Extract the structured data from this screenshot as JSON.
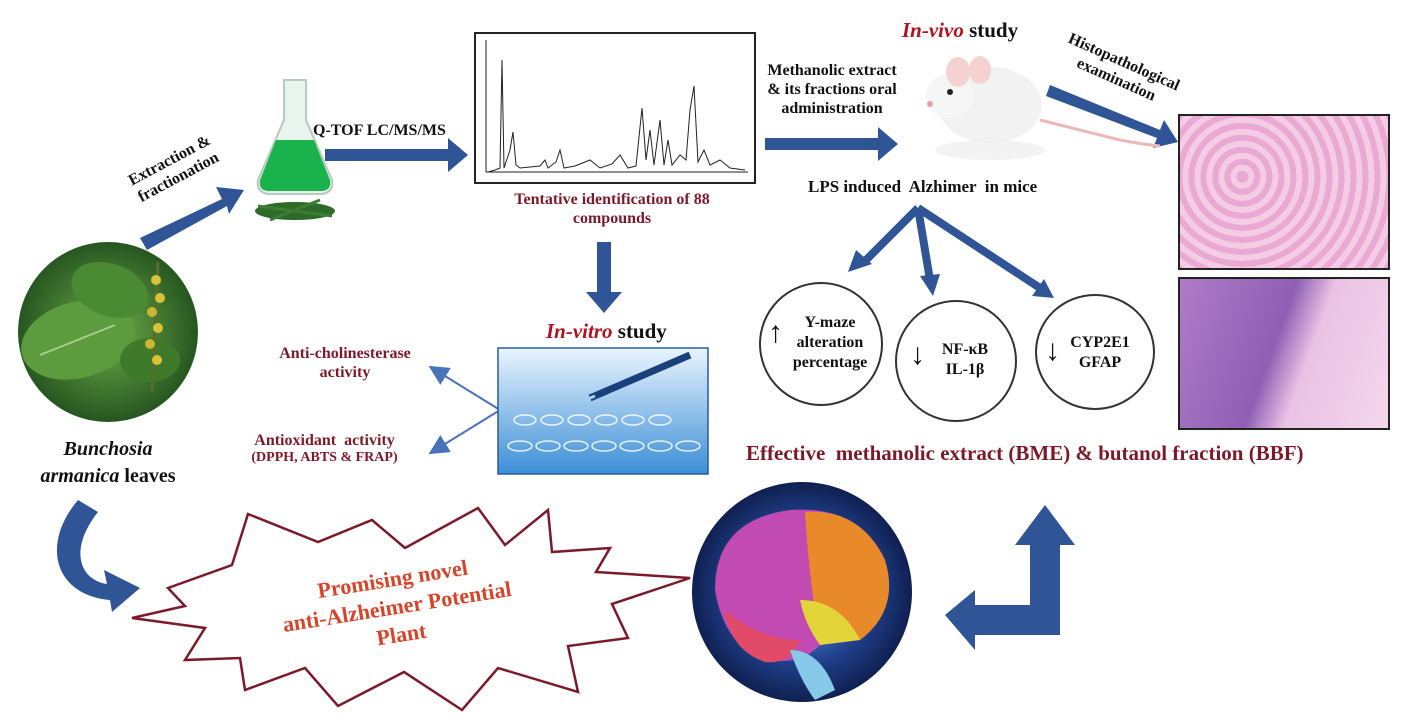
{
  "labels": {
    "extraction": "Extraction &",
    "fractionation": "fractionation",
    "qtof": "Q-TOF LC/MS/MS",
    "tentative_1": "Tentative identification of 88",
    "tentative_2": "compounds",
    "invivo_prefix": "In-vivo",
    "invivo_suffix": " study",
    "methanolic_1": "Methanolic extract",
    "methanolic_2": "& its fractions oral",
    "methanolic_3": "administration",
    "histo_1": "Histopathological",
    "histo_2": "examination",
    "lps": "LPS induced  Alzhimer  in mice",
    "invitro_prefix": "In-vitro",
    "invitro_suffix": " study",
    "anticholin_1": "Anti-cholinesterase",
    "anticholin_2": "activity",
    "antiox_1": "Antioxidant  activity",
    "antiox_2": "(DPPH, ABTS & FRAP)",
    "plant_1": "Bunchosia",
    "plant_2": "armanica",
    "plant_3": " leaves",
    "ymaze_1": "Y-maze",
    "ymaze_2": "alteration",
    "ymaze_3": "percentage",
    "nfkb_1": "NF-κB",
    "nfkb_2": "IL-1β",
    "cyp_1": "CYP2E1",
    "cyp_2": "GFAP",
    "effective": "Effective  methanolic extract (BME) & butanol fraction (BBF)",
    "promising_1": "Promising novel",
    "promising_2": "anti-Alzheimer Potential",
    "promising_3": "Plant"
  },
  "colors": {
    "arrow_blue": "#2f5597",
    "maroon": "#7b1a2b",
    "starburst_text": "#d6452b",
    "flask_green": "#19b24d",
    "histo_pink": "#e9a9d2"
  }
}
